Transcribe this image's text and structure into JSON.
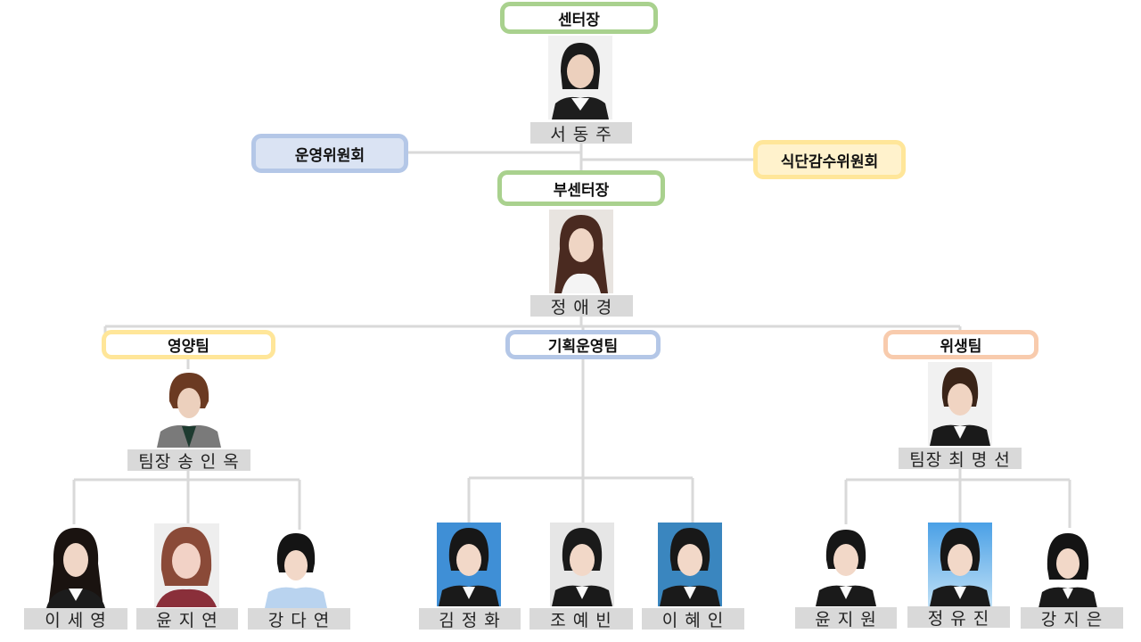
{
  "director": {
    "title": "센터장",
    "name": "서 동 주"
  },
  "committees": {
    "left": "운영위원회",
    "right": "식단감수위원회"
  },
  "deputy": {
    "title": "부센터장",
    "name": "정 애 경"
  },
  "teams": {
    "nutrition": {
      "title": "영양팀",
      "leader": "팀장 송 인 옥",
      "members": [
        "이 세 영",
        "윤 지 연",
        "강 다 연"
      ]
    },
    "planning": {
      "title": "기획운영팀",
      "members": [
        "김 정 화",
        "조 예 빈",
        "이 혜 인"
      ]
    },
    "hygiene": {
      "title": "위생팀",
      "leader": "팀장 최 명 선",
      "members": [
        "윤 지 원",
        "정 유 진",
        "강 지 은"
      ]
    }
  },
  "colors": {
    "line": "#d9d9d9",
    "green": "#a9d18e",
    "blue": "#b4c7e7",
    "yellow": "#ffe699",
    "orange": "#f8cbad",
    "name_bg": "#d9d9d9"
  }
}
